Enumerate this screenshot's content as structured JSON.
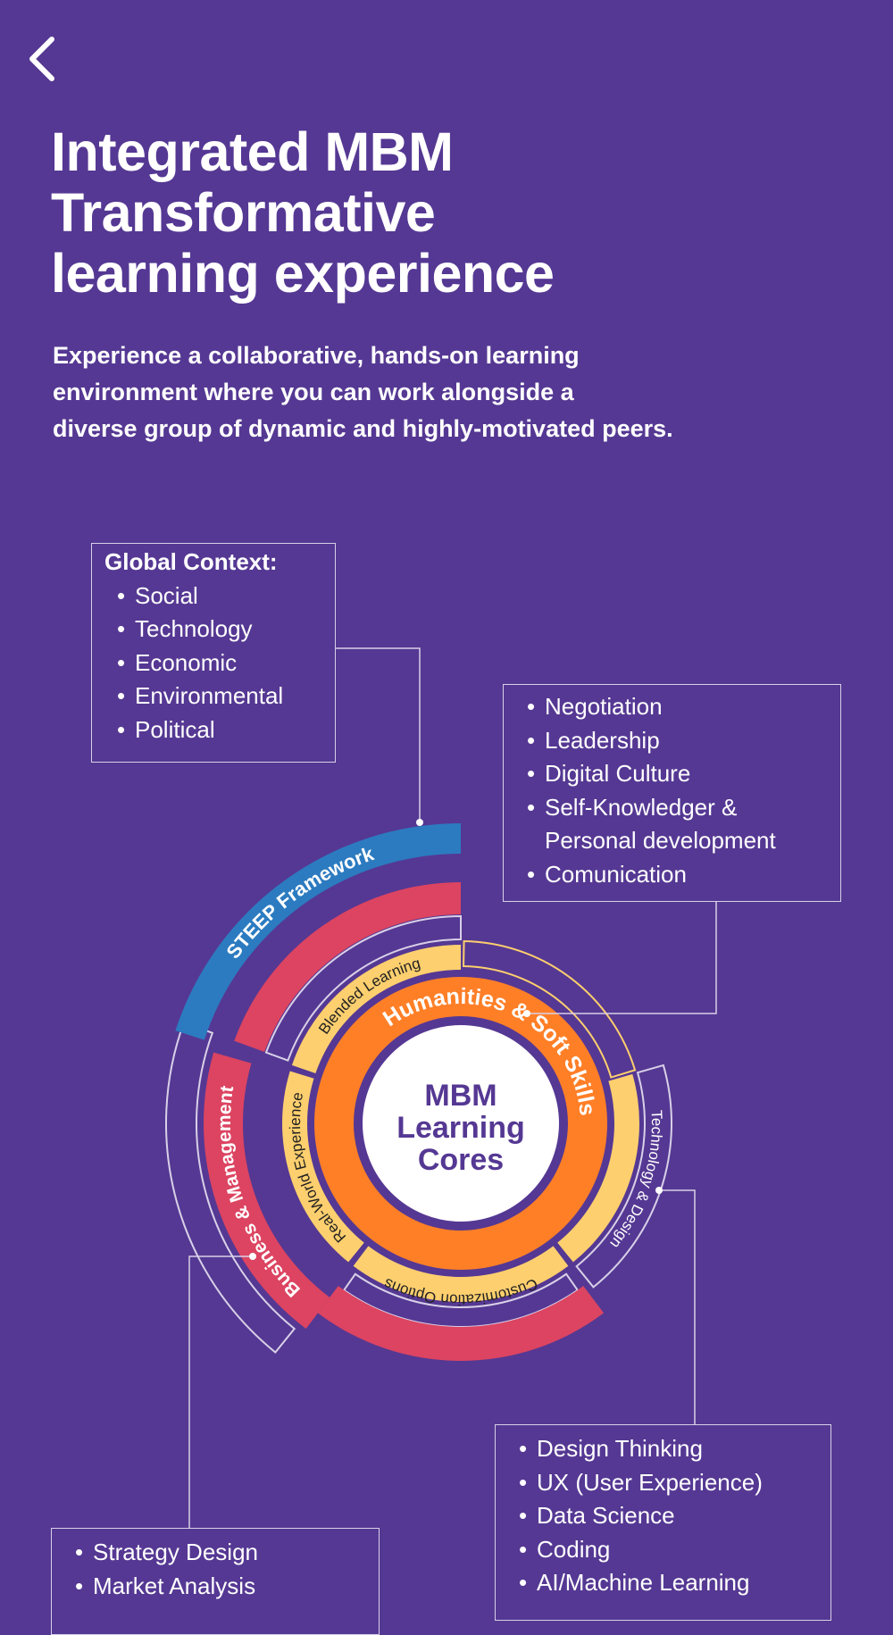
{
  "nav": {
    "back_icon": "chevron-left-icon"
  },
  "header": {
    "title_lines": [
      "Integrated MBM",
      "Transformative",
      "learning experience"
    ],
    "subtitle_lines": [
      "Experience a collaborative, hands-on learning",
      "environment where you can work alongside a",
      "diverse group of dynamic and highly-motivated peers."
    ]
  },
  "colors": {
    "background": "#553893",
    "orange": "#FF7F27",
    "yellow": "#FDCF6E",
    "red": "#DC4461",
    "blue": "#2C7BC0",
    "center_text": "#553893"
  },
  "diagram": {
    "center_lines": [
      "MBM",
      "Learning",
      "Cores"
    ],
    "core_ring": "Humanities & Soft Skills",
    "inner_segments": {
      "blended": "Blended Learning",
      "real_world": "Real-World Experience",
      "customization": "Customization Options"
    },
    "outer_segments": {
      "steep": "STEEP Framework",
      "business": "Business & Management",
      "technology": "Technology & Design"
    }
  },
  "boxes": {
    "global": {
      "heading": "Global Context:",
      "items": [
        "Social",
        "Technology",
        "Economic",
        "Environmental",
        "Political"
      ]
    },
    "soft_skills": {
      "items": [
        "Negotiation",
        "Leadership",
        "Digital Culture",
        "Self-Knowledger &",
        "Comunication"
      ],
      "continuation": "Personal development"
    },
    "technology": {
      "items": [
        "Design Thinking",
        "UX (User Experience)",
        "Data Science",
        "Coding",
        "AI/Machine Learning"
      ]
    },
    "business": {
      "items": [
        "Strategy Design",
        "Market Analysis"
      ]
    }
  }
}
